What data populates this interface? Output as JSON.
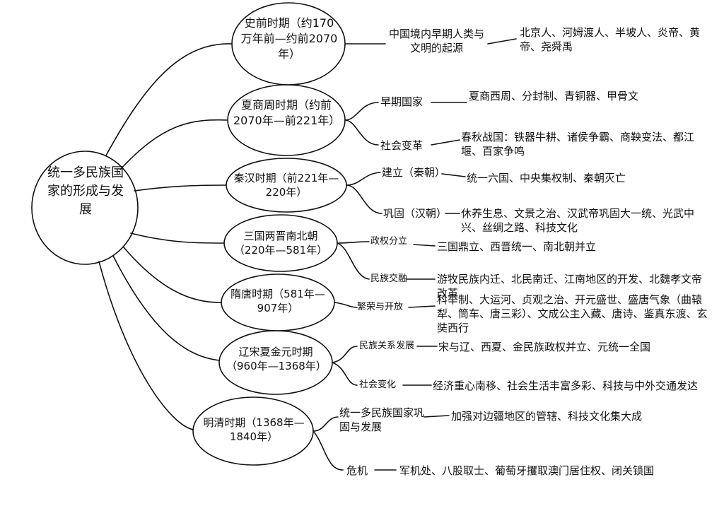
{
  "root": {
    "label": "统一多民族国家的形成与发展"
  },
  "periods": [
    {
      "label": "史前时期（约170万年前—约前2070年）",
      "subs": [
        {
          "label": "中国境内早期人类与文明的起源",
          "detail": "北京人、河姆渡人、半坡人、炎帝、黄帝、尧舜禹"
        }
      ]
    },
    {
      "label": "夏商周时期（约前2070年—前221年）",
      "subs": [
        {
          "label": "早期国家",
          "detail": "夏商西周、分封制、青铜器、甲骨文"
        },
        {
          "label": "社会变革",
          "detail": "春秋战国：铁器牛耕、诸侯争霸、商鞅变法、都江堰、百家争鸣"
        }
      ]
    },
    {
      "label": "秦汉时期（前221年—220年）",
      "subs": [
        {
          "label": "建立（秦朝）",
          "detail": "统一六国、中央集权制、秦朝灭亡"
        },
        {
          "label": "巩固（汉朝）",
          "detail": "休养生息、文景之治、汉武帝巩固大一统、光武中兴、丝绸之路、科技文化"
        }
      ]
    },
    {
      "label": "三国两晋南北朝（220年—581年）",
      "subs": [
        {
          "label": "政权分立",
          "detail": "三国鼎立、西晋统一、南北朝并立"
        },
        {
          "label": "民族交融",
          "detail": "游牧民族内迁、北民南迁、江南地区的开发、北魏孝文帝改革"
        }
      ]
    },
    {
      "label": "隋唐时期（581年—907年）",
      "subs": [
        {
          "label": "繁荣与开放",
          "detail": "科举制、大运河、贞观之治、开元盛世、盛唐气象（曲辕犁、筒车、唐三彩）、文成公主入藏、唐诗、鉴真东渡、玄奘西行"
        }
      ]
    },
    {
      "label": "辽宋夏金元时期（960年—1368年）",
      "subs": [
        {
          "label": "民族关系发展",
          "detail": "宋与辽、西夏、金民族政权并立、元统一全国"
        },
        {
          "label": "社会变化",
          "detail": "经济重心南移、社会生活丰富多彩、科技与中外交通发达"
        }
      ]
    },
    {
      "label": "明清时期（1368年—1840年）",
      "subs": [
        {
          "label": "统一多民族国家巩固与发展",
          "detail": "加强对边疆地区的管辖、科技文化集大成"
        },
        {
          "label": "危机",
          "detail": "军机处、八股取士、葡萄牙攫取澳门居住权、闭关锁国"
        }
      ]
    }
  ]
}
